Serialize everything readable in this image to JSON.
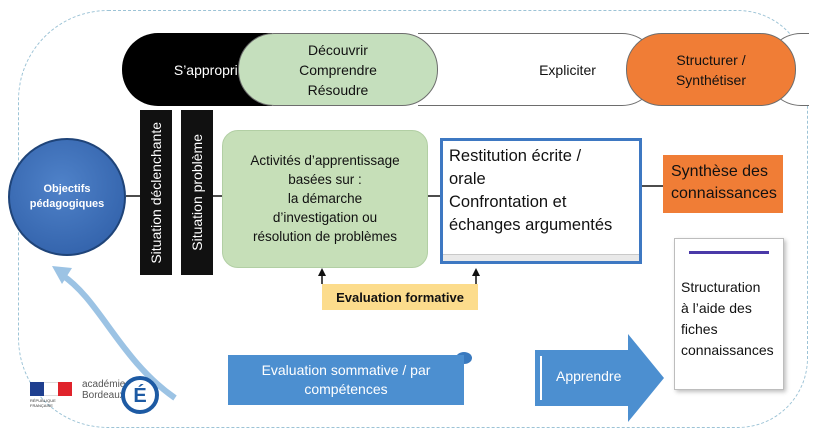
{
  "phases": {
    "approprier": "S’approprier",
    "decouvrir": "Découvrir",
    "comprendre": "Comprendre",
    "resoudre": "Résoudre",
    "expliciter": "Expliciter",
    "structurer": "Structurer /",
    "synthetiser": "Synthétiser"
  },
  "objectives": {
    "line1": "Objectifs",
    "line2": "pédagogiques"
  },
  "situations": {
    "declenchante": "Situation déclenchante",
    "probleme": "Situation problème"
  },
  "activities": {
    "line1": "Activités d’apprentissage",
    "line2": "basées sur :",
    "line3": "la démarche",
    "line4": "d’investigation ou",
    "line5": "résolution de problèmes"
  },
  "restitution": {
    "line1": "Restitution écrite /",
    "line2": "orale",
    "line3": "Confrontation et",
    "line4": "échanges argumentés"
  },
  "synthese": {
    "line1": "Synthèse des",
    "line2": "connaissances"
  },
  "evaluation_formative": "Evaluation formative",
  "structuration": {
    "line1": "Structuration",
    "line2": "à l’aide des",
    "line3": "fiches",
    "line4": "connaissances"
  },
  "evaluation_sommative": {
    "line1": "Evaluation sommative / par",
    "line2": "compétences"
  },
  "apprendre": "Apprendre",
  "logos": {
    "republique": "RÉPUBLIQUE FRANÇAISE",
    "academie_line1": "académie",
    "academie_line2": "Bordeaux"
  },
  "colors": {
    "black_phase": "#000000",
    "green_phase": "#c5dfbd",
    "orange": "#f07d36",
    "blue_circle": "#2c5ba4",
    "ribbon_blue": "#4c8fd0",
    "formative_yellow": "#fcdc8c"
  }
}
